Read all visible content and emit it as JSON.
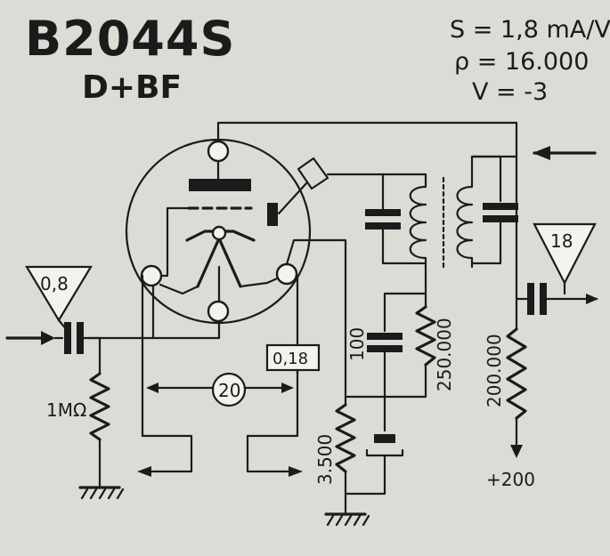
{
  "header": {
    "tube_type": "B2044S",
    "function": "D+BF"
  },
  "parameters": {
    "transconductance": "S = 1,8 mA/V",
    "plate_resistance": "ρ = 16.000",
    "grid_bias": "V = -3"
  },
  "components": {
    "grid_resistor": "1MΩ",
    "cathode_resistor": "3.500",
    "bypass_capacitor": "100",
    "plate_resistor": "250.000",
    "output_resistor": "200.000"
  },
  "signals": {
    "input_voltage": "0,8",
    "output_voltage": "18",
    "filament_current": "0,18",
    "filament_voltage": "20",
    "supply_voltage": "+200"
  }
}
